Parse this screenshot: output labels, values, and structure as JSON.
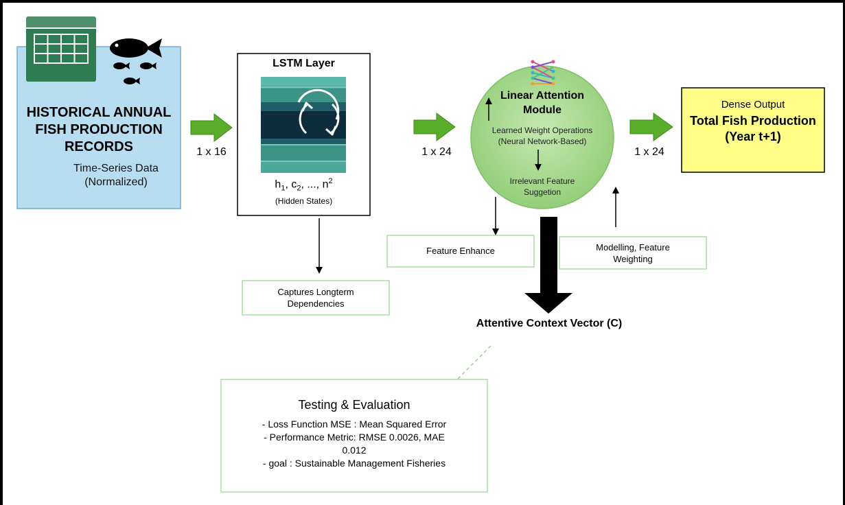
{
  "input": {
    "title_lines": [
      "HISTORICAL ANNUAL",
      "FISH PRODUCTION",
      "RECORDS"
    ],
    "subtitle_lines": [
      "Time-Series Data",
      "(Normalized)"
    ],
    "icons": [
      "spreadsheet-icon",
      "fish-school-icon"
    ]
  },
  "lstm": {
    "title": "LSTM Layer",
    "state_base": [
      "h",
      "1",
      ", c",
      "2",
      ", ..., n",
      "2"
    ],
    "state_caption": "(Hidden States)",
    "icon": "recurrent-cycle-icon"
  },
  "attention": {
    "title_lines": [
      "Linear Attention",
      "Module"
    ],
    "ops_lines": [
      "Learned Weight Operations",
      "(Neural Network-Based)"
    ],
    "suggest_lines": [
      "Irrelevant Feature",
      "Suggetion"
    ],
    "icon": "neural-network-icon"
  },
  "output": {
    "label": "Dense Output",
    "title_lines": [
      "Total Fish Production",
      "(Year t+1)"
    ]
  },
  "dims": {
    "input_to_lstm": "1 x 16",
    "lstm_to_attention": "1 x 24",
    "attention_to_output": "1 x 24"
  },
  "notes": {
    "longterm_lines": [
      "Captures Longterm",
      "Dependencies"
    ],
    "enhance": "Feature Enhance",
    "weighting_lines": [
      "Modelling, Feature",
      "Weighting"
    ],
    "context_vector": "Attentive Context Vector (C)"
  },
  "evaluation": {
    "title": "Testing & Evaluation",
    "lines": [
      "- Loss Function MSE : Mean Squared Error",
      "- Performance Metric: RMSE 0.0026, MAE",
      "0.012",
      "- goal : Sustainable Management Fisheries"
    ]
  },
  "colors": {
    "input_fill": "#b7def0",
    "input_border": "#7aa7c7",
    "icon_green": "#2e7d52",
    "arrow_green": "#5aad2a",
    "output_fill": "#ffff88",
    "note_border": "#92d78a"
  }
}
